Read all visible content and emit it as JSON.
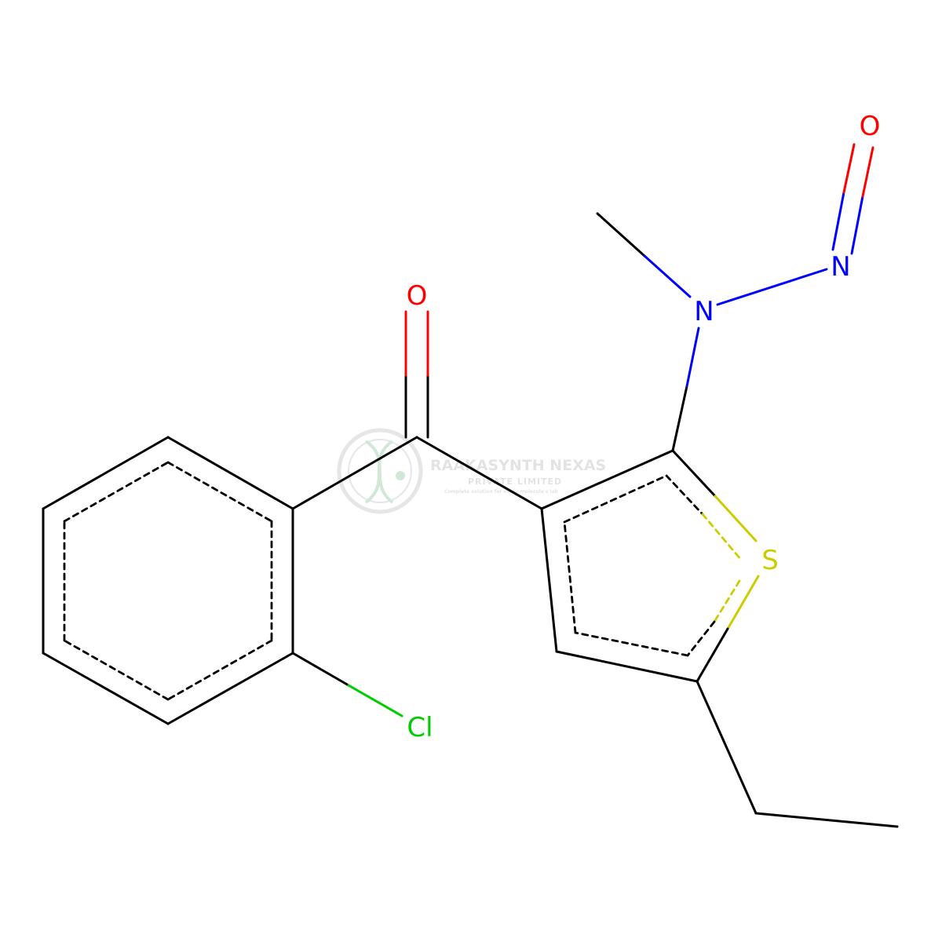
{
  "colors": {
    "bond": "#000000",
    "oxygen": "#ff0000",
    "nitrogen": "#0000ff",
    "sulfur": "#cccc00",
    "chlorine": "#00cc00",
    "watermark": "#9aa0a6"
  },
  "atoms": {
    "o_ketone": "O",
    "o_nitroso": "O",
    "n_amine": "N",
    "n_nitroso": "N",
    "s_ring": "S",
    "cl": "Cl"
  },
  "watermark": {
    "title": "RAAKASYNTH NEXAS",
    "subtitle": "PRIVATE LIMITED",
    "tagline": "Complete solution for every molecule's lab"
  }
}
